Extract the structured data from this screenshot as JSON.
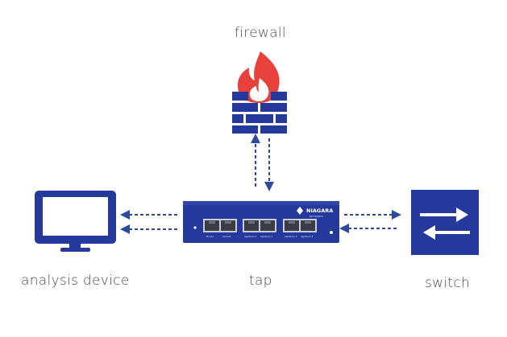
{
  "labels": {
    "firewall": "firewall",
    "tap": "tap",
    "analysis_device": "analysis device",
    "switch": "switch"
  },
  "tap_device": {
    "brand": "NIAGARA",
    "brand_sub": "NETWORKS",
    "port_labels": [
      "Mon/In",
      "Console",
      "Appliance 1",
      "Appliance 2",
      "Appliance 3",
      "Appliance 4"
    ]
  },
  "colors": {
    "device_blue": "#24399b",
    "arrow_blue": "#2d4a9c",
    "flame_red": "#e8403a",
    "label_gray": "#4a4a4a"
  }
}
